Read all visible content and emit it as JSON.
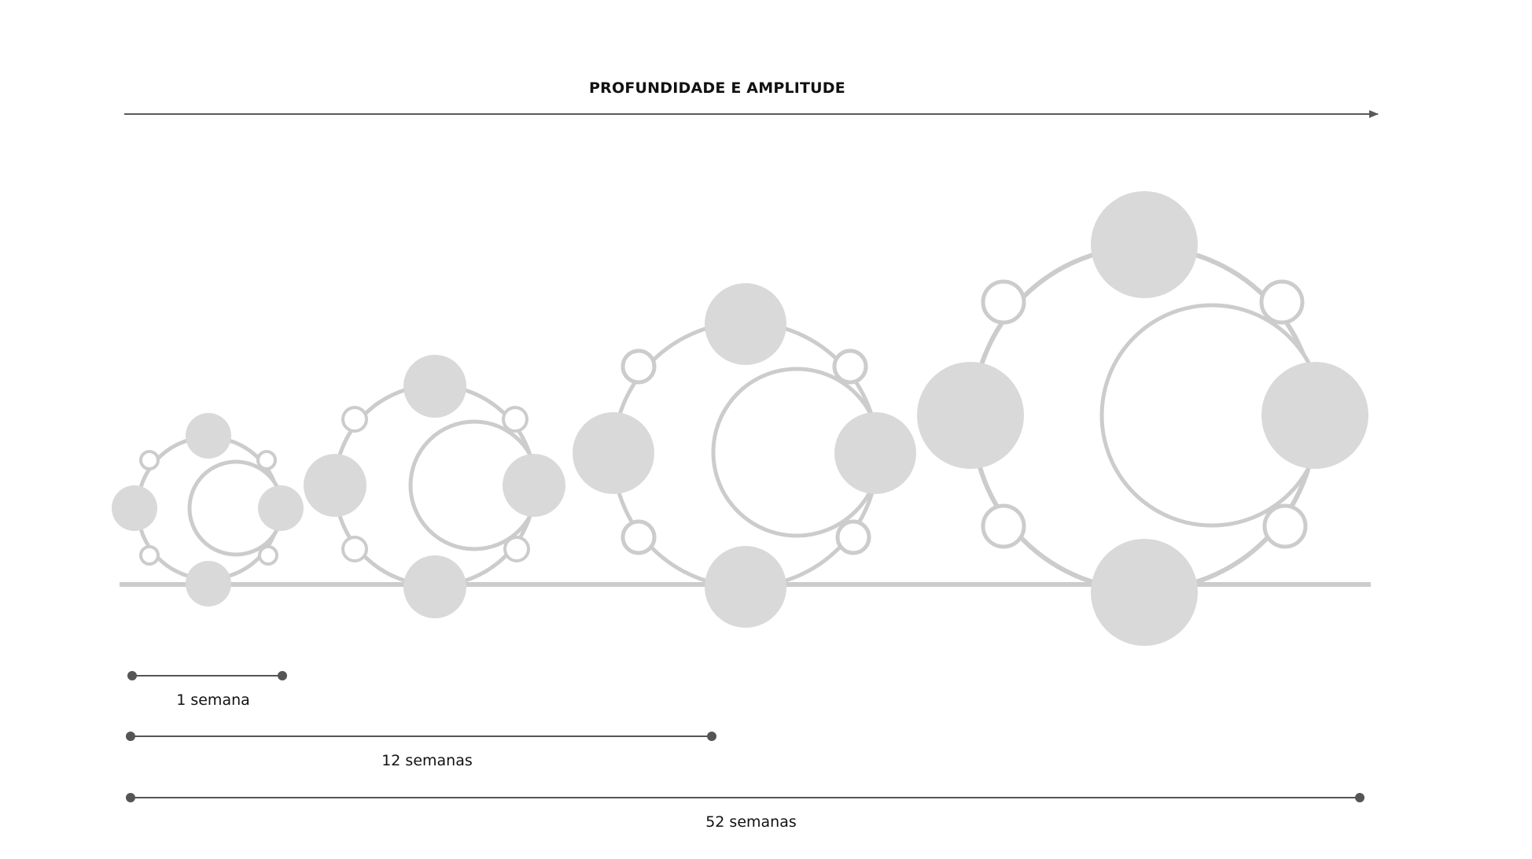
{
  "title": "PROFUNDIDADE E AMPLITUDE",
  "colors": {
    "arrow": "#5a5a5a",
    "ring": "#cccccc",
    "fill": "#d9d9d9",
    "text": "#111111",
    "duration_line": "#555555"
  },
  "durations": [
    {
      "label": "1 semana"
    },
    {
      "label": "12 semanas"
    },
    {
      "label": "52 semanas"
    }
  ]
}
